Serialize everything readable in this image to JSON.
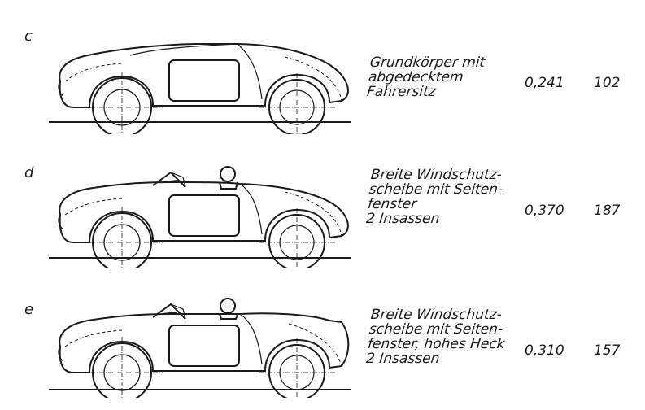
{
  "variants": [
    {
      "letter": "c",
      "lines": [
        "Grundkörper mit",
        "abgedecktem",
        "Fahrersitz"
      ],
      "cw": "0,241",
      "value": "102"
    },
    {
      "letter": "d",
      "lines": [
        "Breite Windschutz-",
        "scheibe mit Seiten-",
        "fenster",
        "2 Insassen"
      ],
      "cw": "0,370",
      "value": "187"
    },
    {
      "letter": "e",
      "lines": [
        "Breite Windschutz-",
        "scheibe mit Seiten-",
        "fenster, hohes Heck",
        "2 Insassen"
      ],
      "cw": "0,310",
      "value": "157"
    }
  ]
}
